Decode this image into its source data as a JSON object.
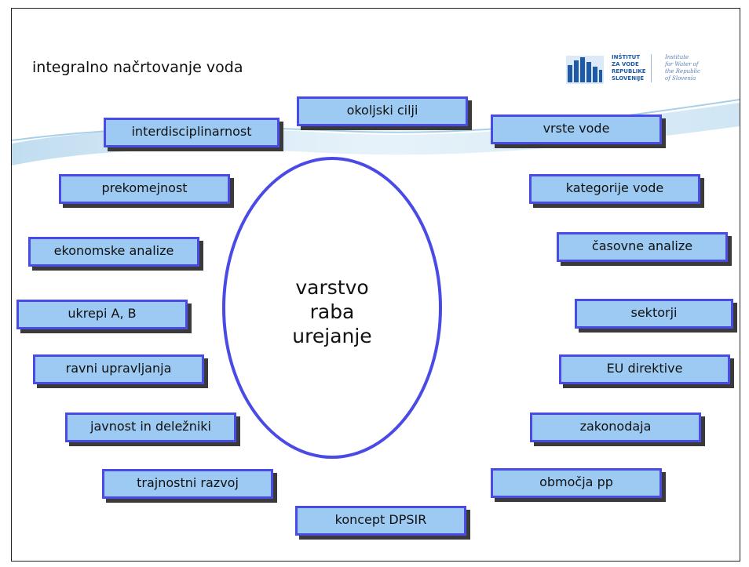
{
  "title": "integralno načrtovanje voda",
  "logo": {
    "org_lines": [
      "INŠTITUT",
      "ZA VODE",
      "REPUBLIKE",
      "SLOVENIJE"
    ],
    "eng_lines": [
      "Institute",
      "for Water of",
      "the Republic",
      "of Slovenia"
    ],
    "brand_color": "#1d5aa8"
  },
  "center": {
    "lines": [
      "varstvo",
      "raba",
      "urejanje"
    ]
  },
  "boxes": {
    "okoljski_cilji": "okoljski cilji",
    "interdisciplinarnost": "interdisciplinarnost",
    "vrste_vode": "vrste vode",
    "prekomejnost": "prekomejnost",
    "kategorije_vode": "kategorije vode",
    "ekonomske_analize": "ekonomske analize",
    "casovne_analize": "časovne analize",
    "ukrepi": "ukrepi A, B",
    "sektorji": "sektorji",
    "ravni_upravljanja": "ravni upravljanja",
    "eu_direktive": "EU direktive",
    "javnost": "javnost in deležniki",
    "zakonodaja": "zakonodaja",
    "trajnostni_razvoj": "trajnostni razvoj",
    "obmocja_pp": "območja pp",
    "koncept_dpsir": "koncept DPSIR"
  },
  "colors": {
    "box_fill": "#9ccaf2",
    "box_border": "#4a4ae6",
    "circle_stroke": "#4a4ae6"
  }
}
